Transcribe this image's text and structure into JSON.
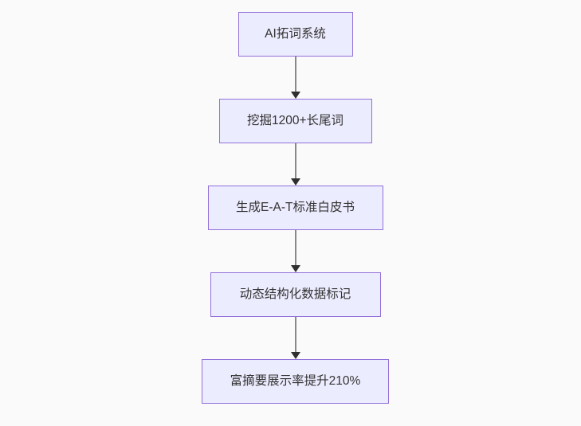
{
  "page": {
    "background_color": "#fafafa"
  },
  "flowchart": {
    "type": "flowchart",
    "direction": "top-down",
    "node_fill_color": "#ececff",
    "node_border_color": "#9370db",
    "node_text_color": "#333333",
    "arrow_line_color": "#888888",
    "arrow_head_color": "#2f2f2f",
    "nodes": [
      {
        "id": "A",
        "label": "AI拓词系统"
      },
      {
        "id": "B",
        "label": "挖掘1200+长尾词"
      },
      {
        "id": "C",
        "label": "生成E-A-T标准白皮书"
      },
      {
        "id": "D",
        "label": "动态结构化数据标记"
      },
      {
        "id": "E",
        "label": "富摘要展示率提升210%"
      }
    ],
    "edges": [
      {
        "from": "A",
        "to": "B"
      },
      {
        "from": "B",
        "to": "C"
      },
      {
        "from": "C",
        "to": "D"
      },
      {
        "from": "D",
        "to": "E"
      }
    ]
  }
}
